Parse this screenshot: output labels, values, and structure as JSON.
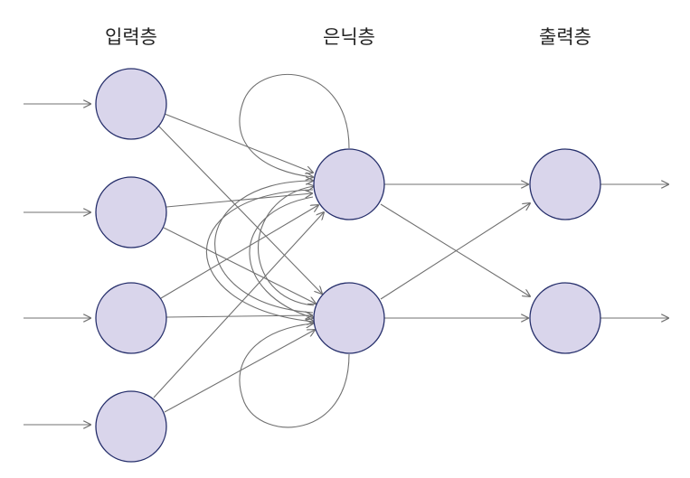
{
  "layers": {
    "input": {
      "label": "입력층",
      "node_count": 4
    },
    "hidden": {
      "label": "은닉층",
      "node_count": 2
    },
    "output": {
      "label": "출력층",
      "node_count": 2
    }
  },
  "colors": {
    "node_fill": "#d9d5eb",
    "node_stroke": "#262f6b",
    "edge": "#707070",
    "label_text": "#222222"
  }
}
